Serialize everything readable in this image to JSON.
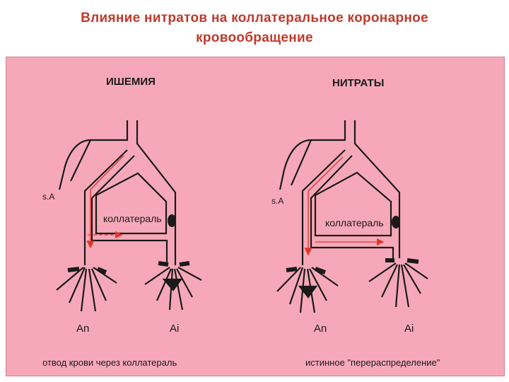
{
  "title": {
    "line1": "Влияние нитратов на коллатеральное коронарное",
    "line2": "кровообращение"
  },
  "left_diagram": {
    "heading": "ИШЕМИЯ",
    "vessel_label": "s.A",
    "collateral_label": "коллатераль",
    "node_left": "An",
    "node_right": "Ai",
    "caption": "отвод крови через коллатераль"
  },
  "right_diagram": {
    "heading": "НИТРАТЫ",
    "vessel_label": "s.A",
    "collateral_label": "коллатераль",
    "node_left": "An",
    "node_right": "Ai",
    "caption": "истинное \"перераспределение\""
  },
  "colors": {
    "title": "#c0392b",
    "panel": "#f7a8b8",
    "arrow": "#e0392b",
    "vessel": "#1a1a1a"
  }
}
